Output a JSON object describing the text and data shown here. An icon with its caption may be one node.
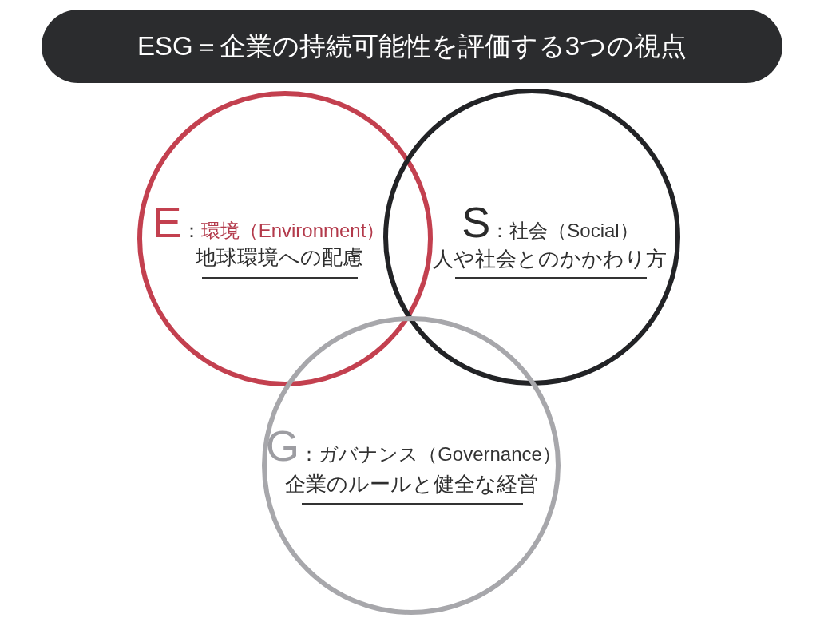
{
  "diagram": {
    "title": "ESG＝企業の持続可能性を評価する3つの視点",
    "nodes": [
      {
        "text": [
          "E：環境（Environment）",
          "地球環境への配慮"
        ]
      },
      {
        "text": [
          "S：社会（Social）",
          "人や社会とのかかわり方"
        ]
      },
      {
        "text": [
          "G：ガバナンス（Governance）",
          "企業のルールと健全な経営"
        ]
      }
    ]
  }
}
